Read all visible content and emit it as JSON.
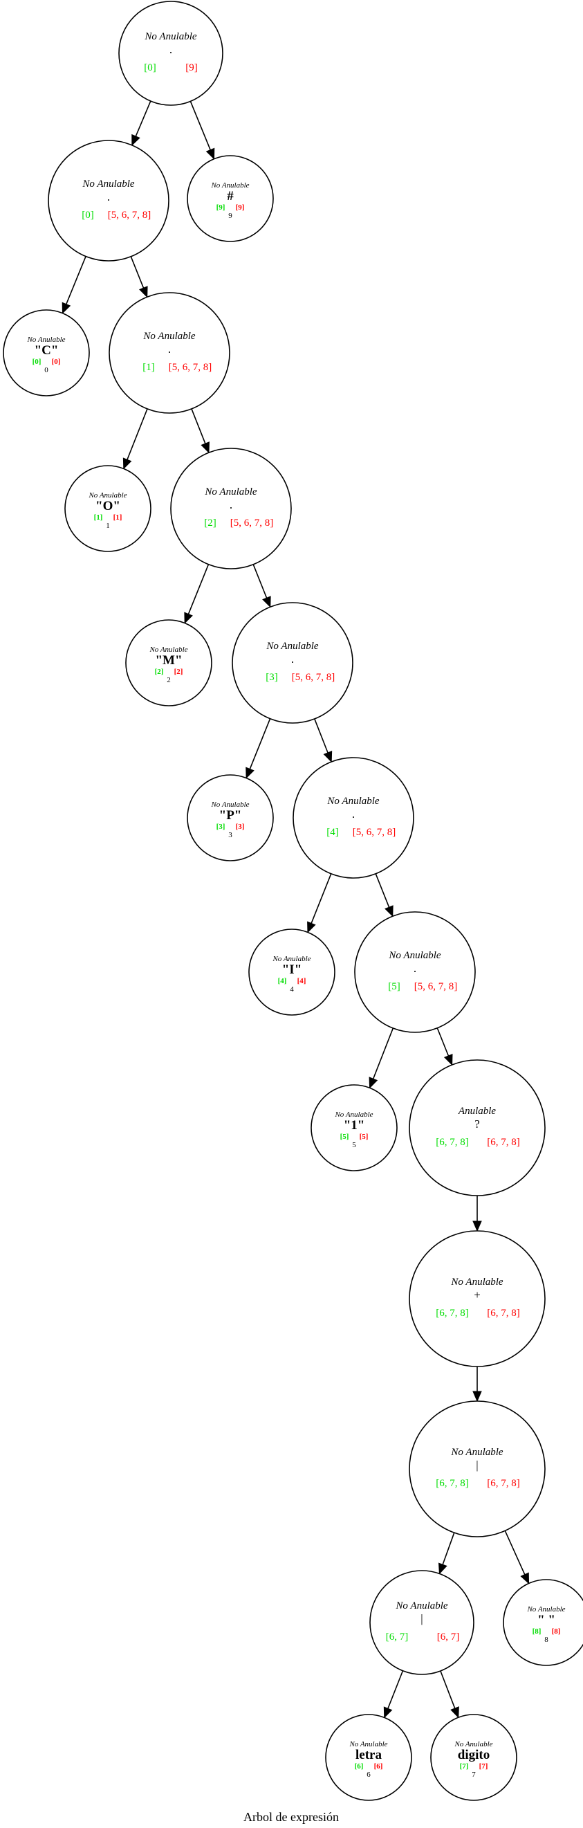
{
  "caption": "Arbol de expresión",
  "nodes": [
    {
      "id": "n1",
      "status": "No Anulable",
      "symbol": ".",
      "first": "[0]",
      "last": "[9]",
      "pos": ""
    },
    {
      "id": "n2",
      "status": "No Anulable",
      "symbol": ".",
      "first": "[0]",
      "last": "[5, 6, 7, 8]",
      "pos": ""
    },
    {
      "id": "n3",
      "status": "No Anulable",
      "symbol": "#",
      "first": "[9]",
      "last": "[9]",
      "pos": "9"
    },
    {
      "id": "n4",
      "status": "No Anulable",
      "symbol": "\"C\"",
      "first": "[0]",
      "last": "[0]",
      "pos": "0"
    },
    {
      "id": "n5",
      "status": "No Anulable",
      "symbol": ".",
      "first": "[1]",
      "last": "[5, 6, 7, 8]",
      "pos": ""
    },
    {
      "id": "n6",
      "status": "No Anulable",
      "symbol": "\"O\"",
      "first": "[1]",
      "last": "[1]",
      "pos": "1"
    },
    {
      "id": "n7",
      "status": "No Anulable",
      "symbol": ".",
      "first": "[2]",
      "last": "[5, 6, 7, 8]",
      "pos": ""
    },
    {
      "id": "n8",
      "status": "No Anulable",
      "symbol": "\"M\"",
      "first": "[2]",
      "last": "[2]",
      "pos": "2"
    },
    {
      "id": "n9",
      "status": "No Anulable",
      "symbol": ".",
      "first": "[3]",
      "last": "[5, 6, 7, 8]",
      "pos": ""
    },
    {
      "id": "n10",
      "status": "No Anulable",
      "symbol": "\"P\"",
      "first": "[3]",
      "last": "[3]",
      "pos": "3"
    },
    {
      "id": "n11",
      "status": "No Anulable",
      "symbol": ".",
      "first": "[4]",
      "last": "[5, 6, 7, 8]",
      "pos": ""
    },
    {
      "id": "n12",
      "status": "No Anulable",
      "symbol": "\"I\"",
      "first": "[4]",
      "last": "[4]",
      "pos": "4"
    },
    {
      "id": "n13",
      "status": "No Anulable",
      "symbol": ".",
      "first": "[5]",
      "last": "[5, 6, 7, 8]",
      "pos": ""
    },
    {
      "id": "n14",
      "status": "No Anulable",
      "symbol": "\"1\"",
      "first": "[5]",
      "last": "[5]",
      "pos": "5"
    },
    {
      "id": "n15",
      "status": "Anulable",
      "symbol": "?",
      "first": "[6, 7, 8]",
      "last": "[6, 7, 8]",
      "pos": ""
    },
    {
      "id": "n16",
      "status": "No Anulable",
      "symbol": "+",
      "first": "[6, 7, 8]",
      "last": "[6, 7, 8]",
      "pos": ""
    },
    {
      "id": "n17",
      "status": "No Anulable",
      "symbol": "|",
      "first": "[6, 7, 8]",
      "last": "[6, 7, 8]",
      "pos": ""
    },
    {
      "id": "n18",
      "status": "No Anulable",
      "symbol": "|",
      "first": "[6, 7]",
      "last": "[6, 7]",
      "pos": ""
    },
    {
      "id": "n19",
      "status": "No Anulable",
      "symbol": "\" \"",
      "first": "[8]",
      "last": "[8]",
      "pos": "8"
    },
    {
      "id": "n20",
      "status": "No Anulable",
      "symbol": "letra",
      "first": "[6]",
      "last": "[6]",
      "pos": "6"
    },
    {
      "id": "n21",
      "status": "No Anulable",
      "symbol": "digito",
      "first": "[7]",
      "last": "[7]",
      "pos": "7"
    }
  ]
}
